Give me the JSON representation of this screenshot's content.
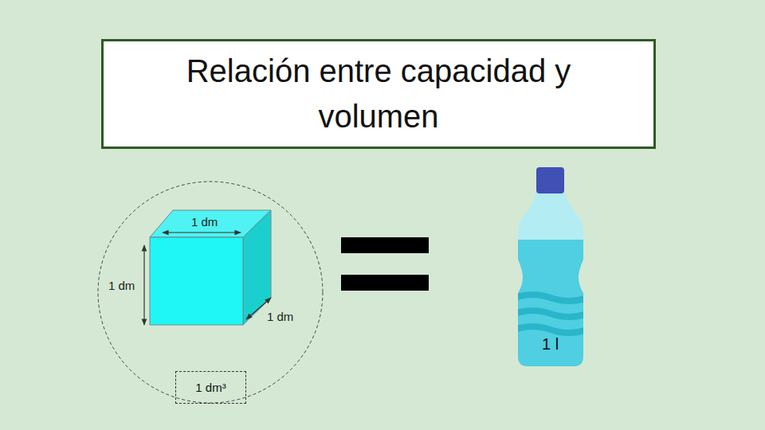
{
  "diagram": {
    "title": "Relación entre capacidad y volumen",
    "nodes": [
      {
        "text": [
          "1 dm³"
        ]
      },
      {
        "text": [
          "1 l"
        ]
      }
    ],
    "labels": [
      "1 dm",
      "1 dm",
      "1 dm"
    ]
  }
}
